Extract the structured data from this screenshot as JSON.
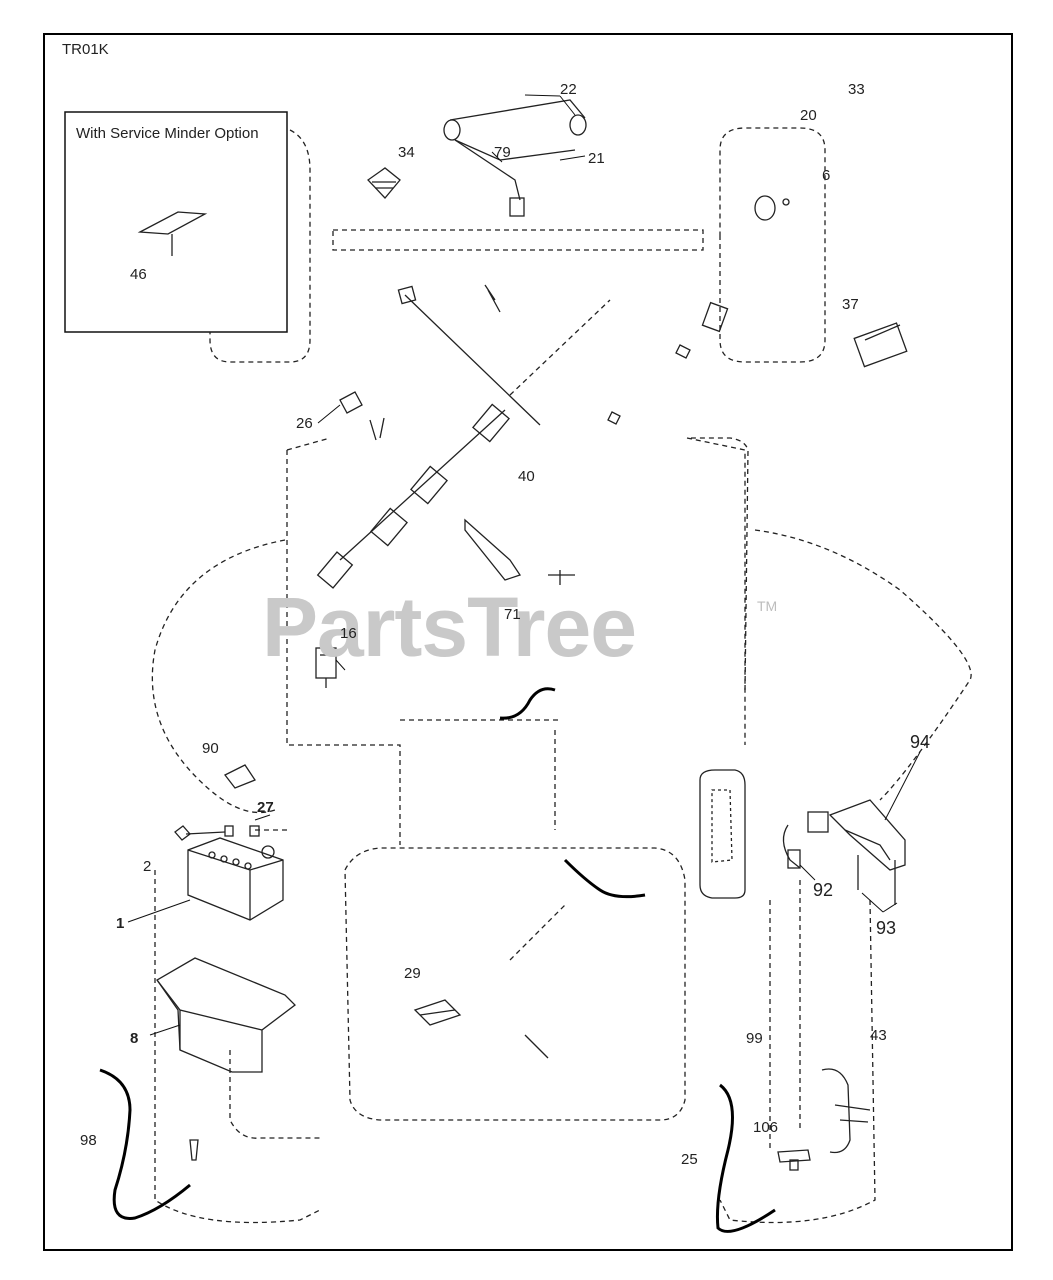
{
  "diagram_code": "TR01K",
  "inset_title": "With Service Minder Option",
  "watermark": "PartsTree",
  "trademark": "TM",
  "callouts": {
    "c46": "46",
    "c34": "34",
    "c33": "33",
    "c22": "22",
    "c79": "79",
    "c21": "21",
    "c20": "20",
    "c6": "6",
    "c37": "37",
    "c26": "26",
    "c40": "40",
    "c71": "71",
    "c16": "16",
    "c90": "90",
    "c94": "94",
    "c27": "27",
    "c2": "2",
    "c1": "1",
    "c92": "92",
    "c93": "93",
    "c29": "29",
    "c8": "8",
    "c99": "99",
    "c43": "43",
    "c98": "98",
    "c106": "106",
    "c25": "25"
  }
}
